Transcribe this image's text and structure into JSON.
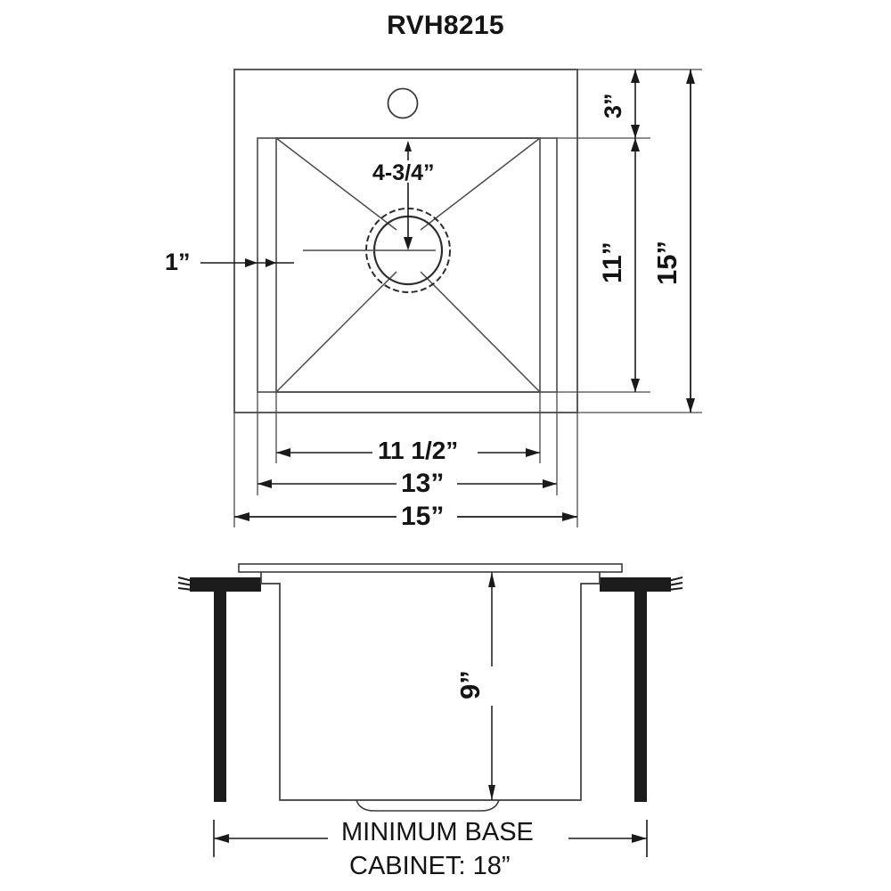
{
  "drawing": {
    "title": "RVH8215",
    "views": {
      "top": {
        "name": "top-view",
        "faucet_hole": "faucet-hole",
        "drain": "drain-opening"
      },
      "section": {
        "name": "cross-section-view",
        "caption_line1": "MINIMUM BASE",
        "caption_line2": "CABINET: 18”"
      }
    },
    "dimensions": {
      "faucet_to_drain": "4-3/4”",
      "rim_width": "1”",
      "top_band": "3”",
      "bowl_height": "11”",
      "overall_height": "15”",
      "bowl_width": "11 1/2”",
      "inner_width": "13”",
      "overall_width": "15”",
      "bowl_depth": "9”",
      "min_cabinet": "18”"
    },
    "colors": {
      "line": "#3c3c3c",
      "heavy": "#141414",
      "text": "#141414",
      "background": "#ffffff"
    }
  }
}
